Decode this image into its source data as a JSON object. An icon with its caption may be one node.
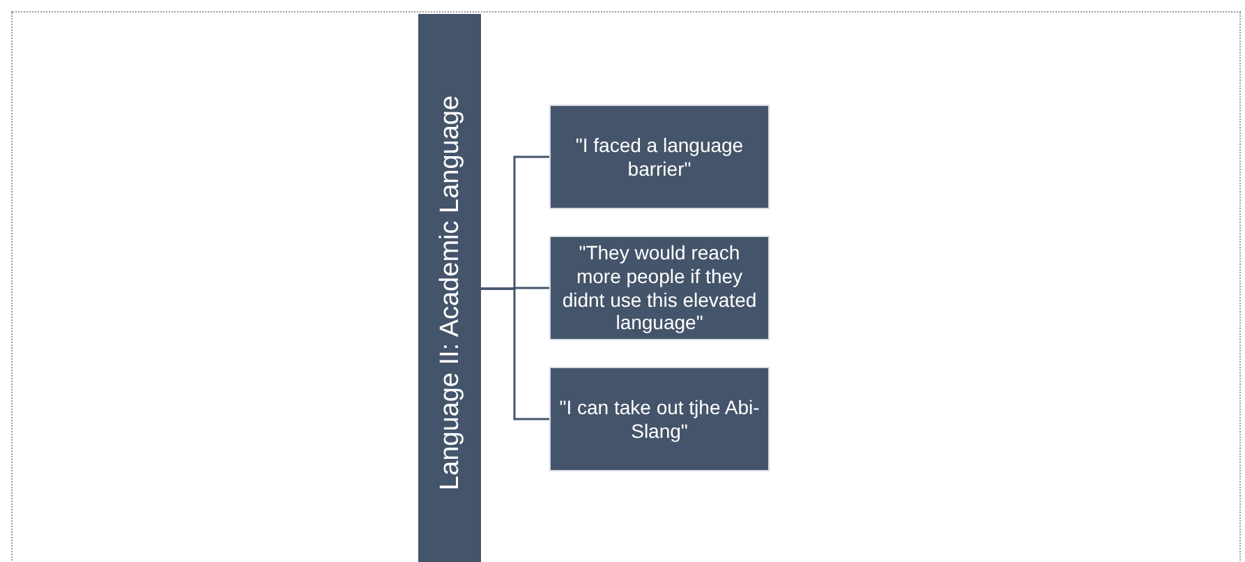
{
  "diagram": {
    "nodes": [
      {
        "text": [
          "Language II: Academic Language"
        ]
      },
      {
        "text": [
          "\"I faced a language barrier\""
        ]
      },
      {
        "text": [
          "\"They would reach more people if they didnt use this elevated language\""
        ]
      },
      {
        "text": [
          "\"I can take out tjhe Abi-Slang\""
        ]
      }
    ],
    "edges": [
      {
        "from": 0,
        "to": 1,
        "arrow": "none"
      },
      {
        "from": 0,
        "to": 2,
        "arrow": "none"
      },
      {
        "from": 0,
        "to": 3,
        "arrow": "none"
      }
    ]
  }
}
